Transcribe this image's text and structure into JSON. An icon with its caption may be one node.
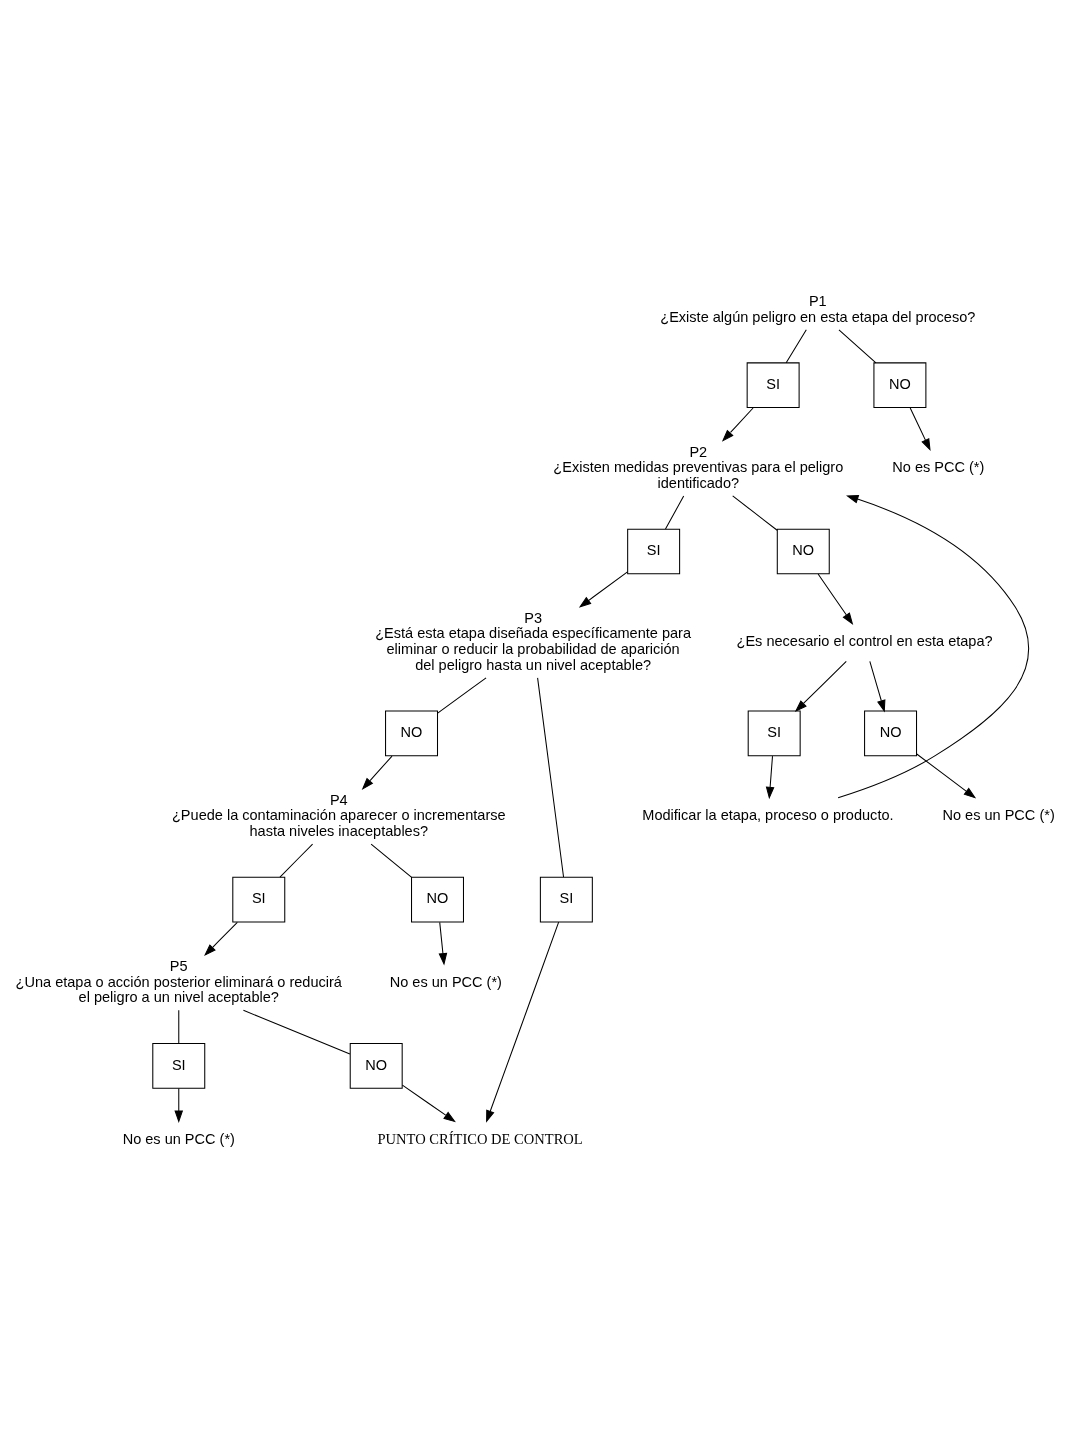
{
  "diagram": {
    "nodes": [
      {
        "text": [
          "P1",
          "¿Existe algún peligro en esta etapa del proceso?"
        ]
      },
      {
        "text": [
          "SI"
        ]
      },
      {
        "text": [
          "NO"
        ]
      },
      {
        "text": [
          "No es PCC (*)"
        ]
      },
      {
        "text": [
          "P2",
          "¿Existen medidas preventivas para el peligro identificado?"
        ]
      },
      {
        "text": [
          "SI"
        ]
      },
      {
        "text": [
          "NO"
        ]
      },
      {
        "text": [
          "Modificar la etapa, proceso o producto."
        ]
      },
      {
        "text": [
          "¿Es necesario el control en esta etapa?"
        ]
      },
      {
        "text": [
          "SI"
        ]
      },
      {
        "text": [
          "NO"
        ]
      },
      {
        "text": [
          "No es un PCC (*)"
        ]
      },
      {
        "text": [
          "P3",
          "¿Está esta etapa diseñada específicamente para eliminar o reducir la probabilidad de aparición del peligro hasta un nivel aceptable?"
        ]
      },
      {
        "text": [
          "NO"
        ]
      },
      {
        "text": [
          "SI"
        ]
      },
      {
        "text": [
          "P4",
          "¿Puede la contaminación aparecer o incrementarse hasta niveles inaceptables?"
        ]
      },
      {
        "text": [
          "SI"
        ]
      },
      {
        "text": [
          "NO"
        ]
      },
      {
        "text": [
          "No es un PCC (*)"
        ]
      },
      {
        "text": [
          "P5",
          "¿Una etapa o acción posterior eliminará o reducirá el peligro a un nivel aceptable?"
        ]
      },
      {
        "text": [
          "SI"
        ]
      },
      {
        "text": [
          "NO"
        ]
      },
      {
        "text": [
          "No es un PCC (*)"
        ]
      },
      {
        "text": [
          "PUNTO CRÍTICO DE CONTROL"
        ]
      }
    ],
    "edges": [
      {
        "from": 0,
        "to": 1,
        "arrow": "none"
      },
      {
        "from": 1,
        "to": 4,
        "arrow": "to"
      },
      {
        "from": 0,
        "to": 2,
        "arrow": "none"
      },
      {
        "from": 2,
        "to": 3,
        "arrow": "to"
      },
      {
        "from": 4,
        "to": 5,
        "arrow": "none"
      },
      {
        "from": 5,
        "to": 12,
        "arrow": "to"
      },
      {
        "from": 4,
        "to": 6,
        "arrow": "none"
      },
      {
        "from": 6,
        "to": 8,
        "arrow": "to"
      },
      {
        "from": 8,
        "to": 10,
        "arrow": "to"
      },
      {
        "from": 10,
        "to": 11,
        "arrow": "to"
      },
      {
        "from": 8,
        "to": 9,
        "arrow": "to"
      },
      {
        "from": 9,
        "to": 7,
        "arrow": "to"
      },
      {
        "from": 7,
        "to": 4,
        "arrow": "to"
      },
      {
        "from": 12,
        "to": 13,
        "arrow": "none"
      },
      {
        "from": 13,
        "to": 15,
        "arrow": "to"
      },
      {
        "from": 12,
        "to": 14,
        "arrow": "none"
      },
      {
        "from": 14,
        "to": 23,
        "arrow": "to"
      },
      {
        "from": 15,
        "to": 16,
        "arrow": "none"
      },
      {
        "from": 16,
        "to": 19,
        "arrow": "to"
      },
      {
        "from": 15,
        "to": 17,
        "arrow": "none"
      },
      {
        "from": 17,
        "to": 18,
        "arrow": "to"
      },
      {
        "from": 19,
        "to": 20,
        "arrow": "none"
      },
      {
        "from": 20,
        "to": 22,
        "arrow": "to"
      },
      {
        "from": 19,
        "to": 21,
        "arrow": "none"
      },
      {
        "from": 21,
        "to": 23,
        "arrow": "to"
      }
    ]
  }
}
